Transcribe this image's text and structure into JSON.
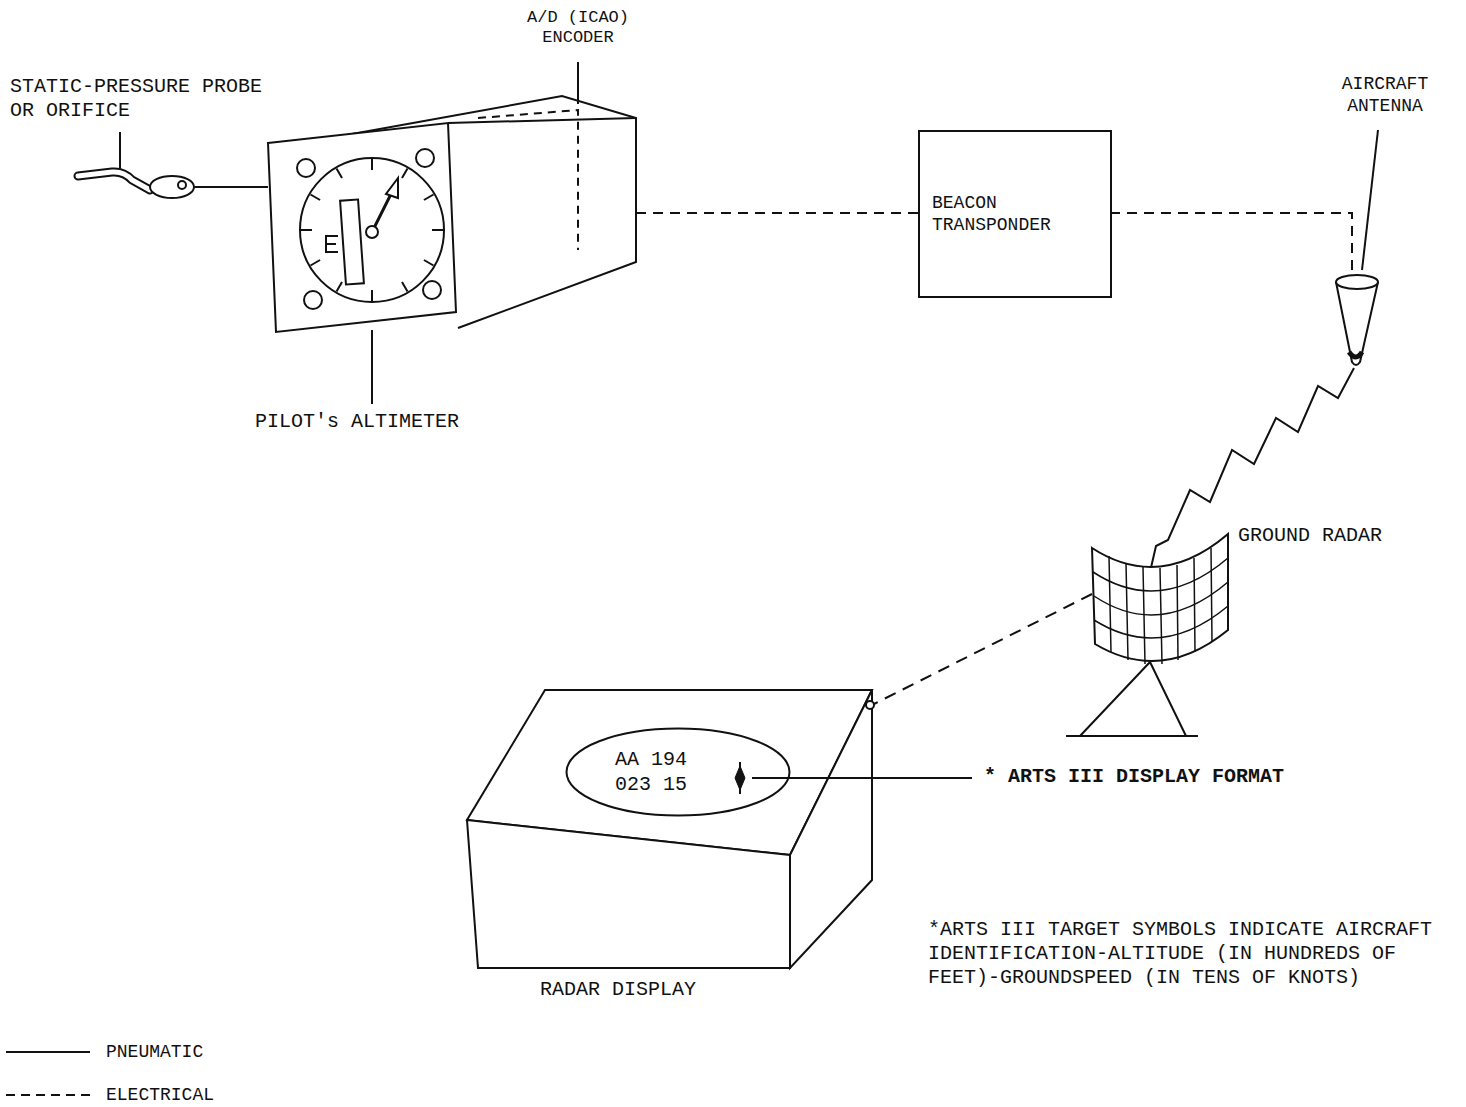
{
  "diagram": {
    "nodes": [
      {
        "text": [
          "BEACON TRANSPONDER"
        ]
      },
      {
        "text": [
          "AA 194",
          "023 15"
        ]
      }
    ],
    "labels": [
      "A/D (ICAO) ENCODER",
      "STATIC-PRESSURE PROBE OR ORIFICE",
      "AIRCRAFT ANTENNA",
      "PILOT's ALTIMETER",
      "GROUND RADAR",
      "* ARTS III DISPLAY FORMAT",
      "*ARTS III TARGET SYMBOLS INDICATE AIRCRAFT IDENTIFICATION-ALTITUDE (IN HUNDREDS OF FEET)-GROUNDSPEED (IN TENS OF KNOTS)",
      "RADAR DISPLAY"
    ],
    "legend": [
      {
        "text": "PNEUMATIC"
      },
      {
        "text": "ELECTRICAL"
      }
    ]
  }
}
